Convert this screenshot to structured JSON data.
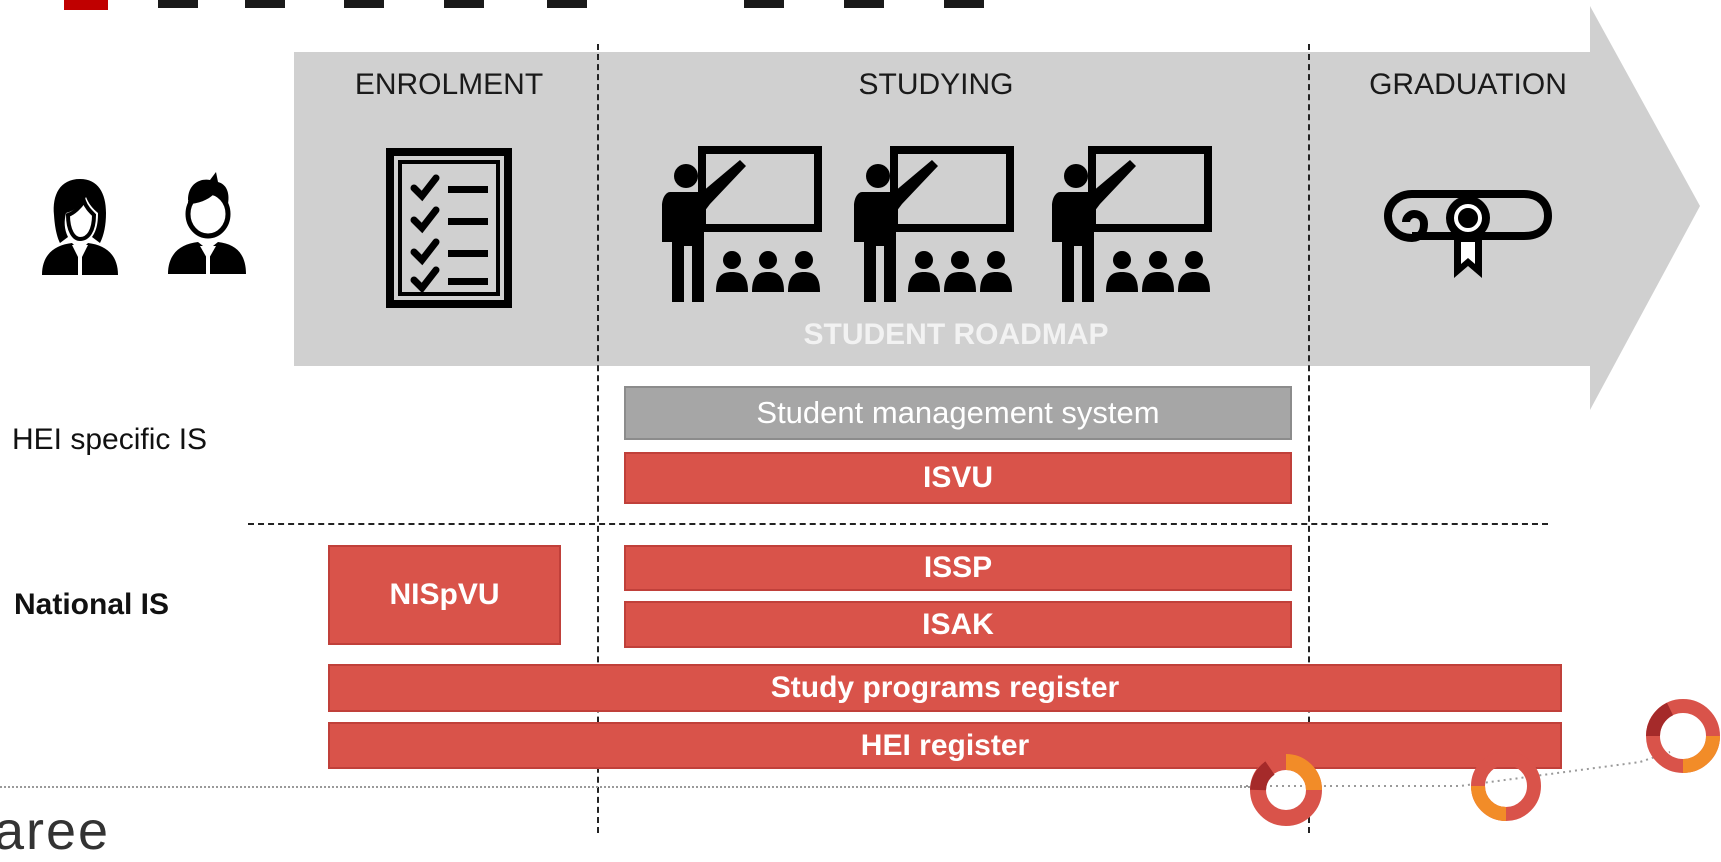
{
  "diagram": {
    "phases": {
      "enrolment": "ENROLMENT",
      "studying": "STUDYING",
      "graduation": "GRADUATION"
    },
    "roadmap_label": "STUDENT ROADMAP",
    "row_labels": {
      "hei_specific": "HEI specific IS",
      "national": "National IS"
    },
    "systems": {
      "student_management": "Student management system",
      "isvu": "ISVU",
      "nispvu": "NISpVU",
      "issp": "ISSP",
      "isak": "ISAK",
      "study_programs_register": "Study programs register",
      "hei_register": "HEI register"
    },
    "icons": {
      "students": [
        "female-student-icon",
        "male-student-icon"
      ],
      "enrolment": "checklist-icon",
      "studying": [
        "teacher-classroom-icon",
        "teacher-classroom-icon",
        "teacher-classroom-icon"
      ],
      "graduation": "diploma-icon"
    },
    "footer_text": "aree"
  },
  "colors": {
    "arrow": "#d0d0d0",
    "system_red": "#d9534a",
    "system_gray": "#a6a6a6",
    "accent_orange": "#f28c28"
  }
}
